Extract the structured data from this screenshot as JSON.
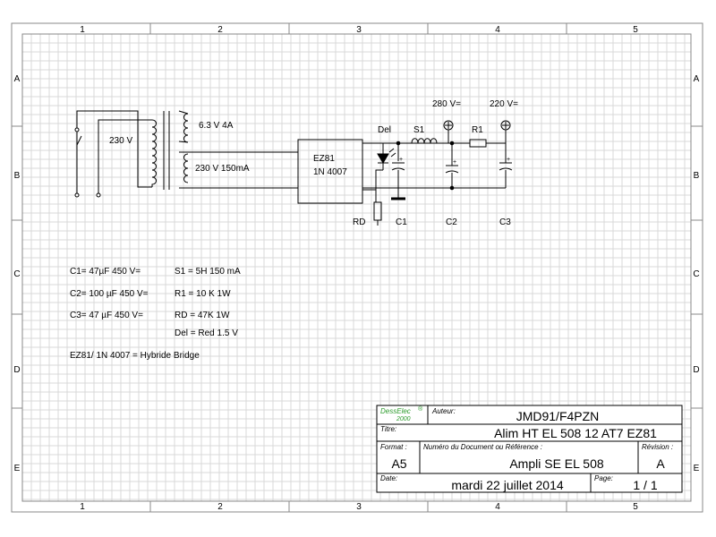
{
  "ruler": {
    "cols": [
      "1",
      "2",
      "3",
      "4",
      "5"
    ],
    "rows": [
      "A",
      "B",
      "C",
      "D",
      "E"
    ]
  },
  "schematic": {
    "mains_voltage": "230 V",
    "secondary_heater": "6.3 V 4A",
    "secondary_ht": "230 V 150mA",
    "rectifier_line1": "EZ81",
    "rectifier_line2": "1N 4007",
    "del_label": "Del",
    "choke_label": "S1",
    "resistor_label": "R1",
    "v_280": "280 V=",
    "v_220": "220 V=",
    "rd_label": "RD",
    "c1_label": "C1",
    "c2_label": "C2",
    "c3_label": "C3"
  },
  "parts": {
    "c1": "C1= 47µF 450 V=",
    "c2": "C2= 100 µF 450 V=",
    "c3": "C3= 47 µF 450 V=",
    "s1": "S1 = 5H 150 mA",
    "r1": "R1 = 10 K 1W",
    "rd": "RD = 47K 1W",
    "del": "Del = Red 1.5 V",
    "bridge": "EZ81/ 1N 4007 = Hybride Bridge"
  },
  "title_block": {
    "logo": "DessElec",
    "logo_year": "2000",
    "logo_mark": "®",
    "auteur_label": "Auteur:",
    "auteur": "JMD91/F4PZN",
    "titre_label": "Titre:",
    "titre": "Alim HT EL 508  12 AT7  EZ81",
    "format_label": "Format :",
    "format": "A5",
    "doc_label": "Numéro du Document ou Référence :",
    "doc": "Ampli SE  EL 508",
    "revision_label": "Révision :",
    "revision": "A",
    "date_label": "Date:",
    "date": "mardi 22 juillet 2014",
    "page_label": "Page:",
    "page": "1  /  1"
  }
}
